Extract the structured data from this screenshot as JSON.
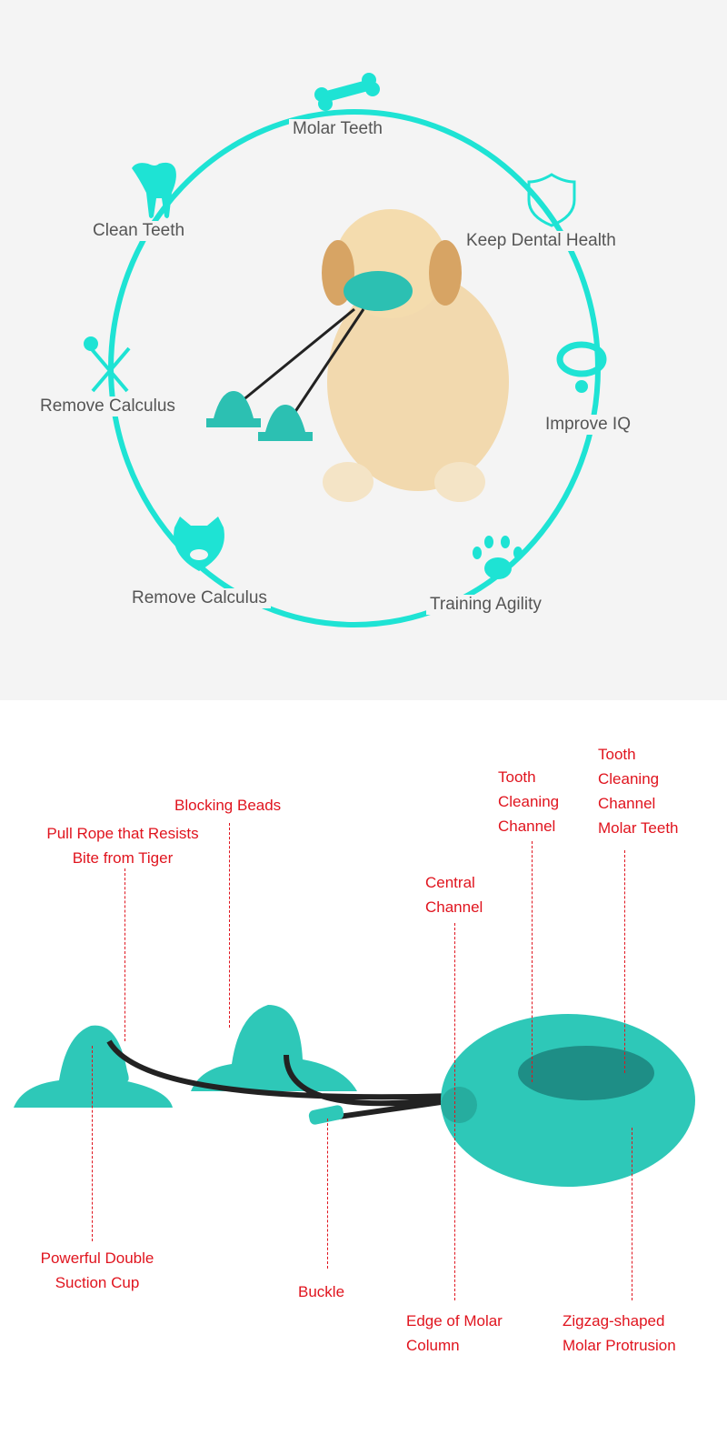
{
  "colors": {
    "accent": "#1ee3d4",
    "label": "#555555",
    "callout": "#e0141e"
  },
  "benefits": [
    {
      "label": "Molar Teeth",
      "icon": "bone-icon"
    },
    {
      "label": "Clean Teeth",
      "icon": "tooth-icon"
    },
    {
      "label": "Keep Dental Health",
      "icon": "shield-icon"
    },
    {
      "label": "Remove Calculus",
      "icon": "dental-tools-icon"
    },
    {
      "label": "Improve IQ",
      "icon": "collar-icon"
    },
    {
      "label": "Remove Calculus",
      "icon": "dog-face-icon"
    },
    {
      "label": "Training Agility",
      "icon": "paw-icon"
    }
  ],
  "callouts": {
    "tooth_channel_molar": [
      "Tooth",
      "Cleaning",
      "Channel",
      "Molar Teeth"
    ],
    "tooth_channel": [
      "Tooth",
      "Cleaning",
      "Channel"
    ],
    "blocking_beads": [
      "Blocking Beads"
    ],
    "pull_rope": [
      "Pull Rope that Resists",
      "Bite from Tiger"
    ],
    "central_channel": [
      "Central",
      "Channel"
    ],
    "suction_cup": [
      "Powerful Double",
      "Suction Cup"
    ],
    "buckle": [
      "Buckle"
    ],
    "edge_molar": [
      "Edge of Molar",
      "Column"
    ],
    "zigzag": [
      "Zigzag-shaped",
      "Molar Protrusion"
    ]
  }
}
